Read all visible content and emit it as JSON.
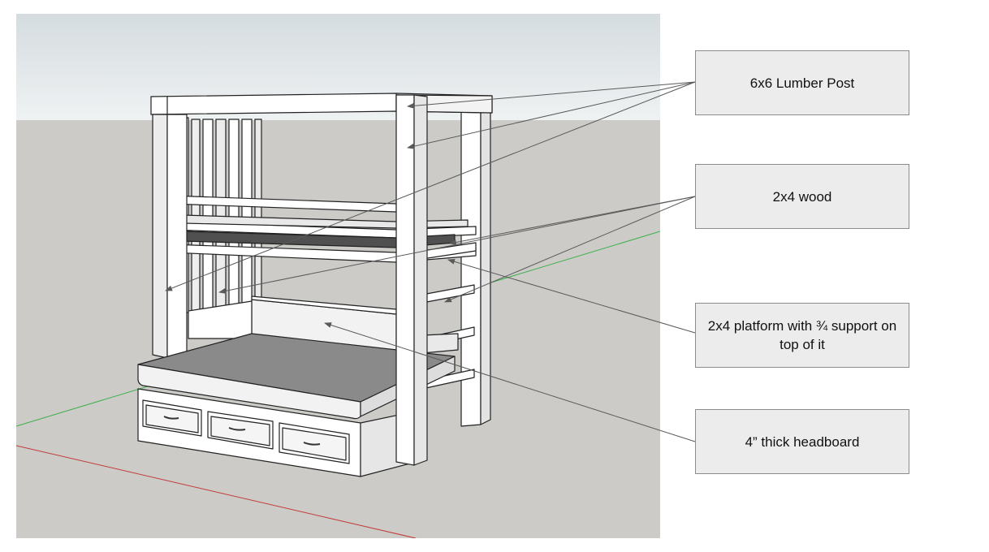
{
  "callouts": {
    "lumber_post": "6x6 Lumber Post",
    "wood_2x4": "2x4 wood",
    "platform": "2x4 platform with ¾ support on top of it",
    "headboard": "4” thick headboard"
  },
  "colors": {
    "sky_top": "#d6dde0",
    "sky_bottom": "#eef1f2",
    "ground": "#cccbc7",
    "wood": "#ffffff",
    "wood_side": "#e6e6e6",
    "mattress_top": "#8a8a8a",
    "mattress_dark": "#4d4d4d",
    "callout_fill": "#ececec",
    "leader_line": "#5a5a5a",
    "axis_green": "#3cb04a",
    "axis_red": "#c23b3b"
  }
}
